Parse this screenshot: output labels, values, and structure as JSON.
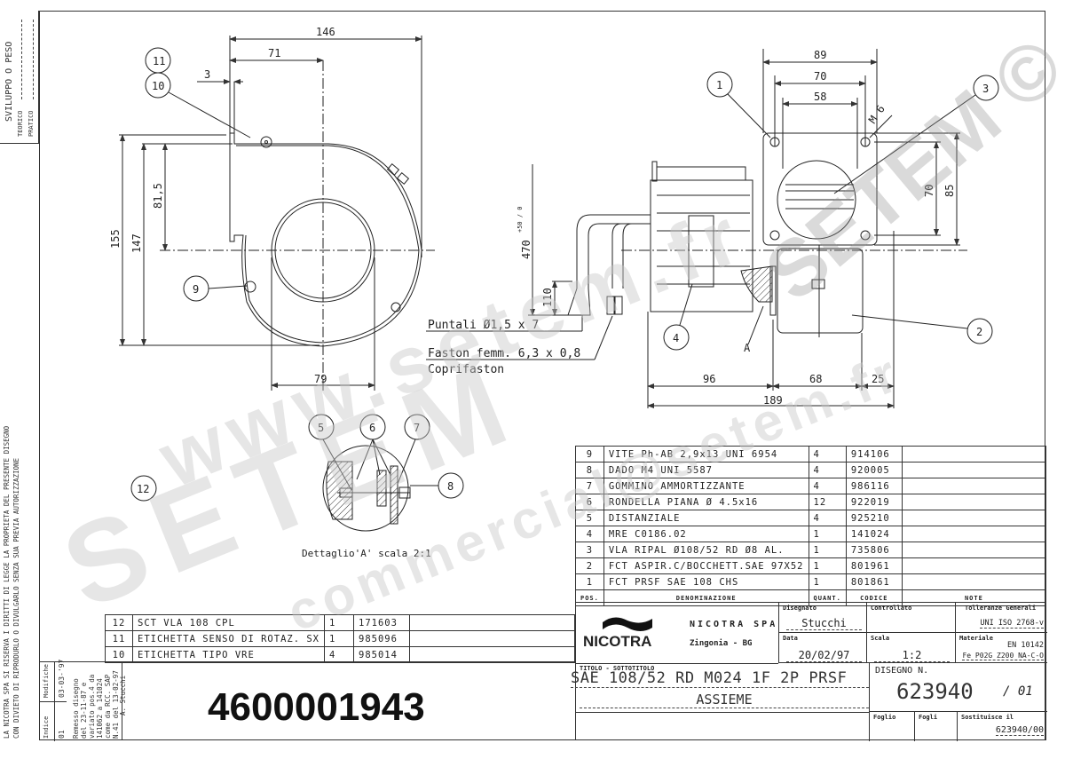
{
  "left_strip": {
    "top_block": {
      "title": "SVILUPPO O PESO",
      "teorico": "TEORICO",
      "pratico": "PRATICO"
    },
    "copyright_line1": "LA NICOTRA SPA SI RISERVA I DIRITTI DI LEGGE LA PROPRIETA DEL PRESENTE DISEGNO",
    "copyright_line2": "CON DIVIETO DI RIPRODURLO O DIVULGARLO SENZA SUA PREVIA AUTORIZZAZIONE"
  },
  "front_view": {
    "dims": {
      "d146": "146",
      "d71": "71",
      "d3": "3",
      "d155": "155",
      "d147": "147",
      "d81_5": "81,5",
      "d79": "79"
    },
    "balloons": [
      "11",
      "10",
      "9",
      "12"
    ]
  },
  "side_view": {
    "dims": {
      "d89": "89",
      "d70h": "70",
      "d58": "58",
      "m6": "M 6",
      "d70v": "70",
      "d85": "85",
      "d470": "470",
      "tol470": "+50 / 0",
      "d110": "110",
      "d96": "96",
      "d68": "68",
      "d25": "25",
      "d189": "189"
    },
    "balloons": [
      "1",
      "3",
      "4",
      "2"
    ],
    "detail_ref": "A",
    "notes": {
      "puntali": "Puntali Ø1,5 x 7",
      "faston": "Faston femm. 6,3 x 0,8",
      "coprifaston": "Coprifaston"
    }
  },
  "detail_a": {
    "balloons": [
      "5",
      "6",
      "7",
      "8"
    ],
    "caption": "Dettaglio'A' scala 2:1"
  },
  "bom_main": {
    "headers": {
      "pos": "POS.",
      "denominazione": "DENOMINAZIONE",
      "quant": "QUANT.",
      "codice": "CODICE",
      "note": "NOTE"
    },
    "rows": [
      {
        "pos": "9",
        "desc": "VITE Ph-AB 2,9x13 UNI 6954",
        "qty": "4",
        "code": "914106",
        "note": ""
      },
      {
        "pos": "8",
        "desc": "DADO M4 UNI 5587",
        "qty": "4",
        "code": "920005",
        "note": ""
      },
      {
        "pos": "7",
        "desc": "GOMMINO AMMORTIZZANTE",
        "qty": "4",
        "code": "986116",
        "note": ""
      },
      {
        "pos": "6",
        "desc": "RONDELLA PIANA Ø 4.5x16",
        "qty": "12",
        "code": "922019",
        "note": ""
      },
      {
        "pos": "5",
        "desc": "DISTANZIALE",
        "qty": "4",
        "code": "925210",
        "note": ""
      },
      {
        "pos": "4",
        "desc": "MRE C0186.02",
        "qty": "1",
        "code": "141024",
        "note": ""
      },
      {
        "pos": "3",
        "desc": "VLA RIPAL Ø108/52 RD Ø8 AL.",
        "qty": "1",
        "code": "735806",
        "note": ""
      },
      {
        "pos": "2",
        "desc": "FCT ASPIR.C/BOCCHETT.SAE 97X52",
        "qty": "1",
        "code": "801961",
        "note": ""
      },
      {
        "pos": "1",
        "desc": "FCT PRSF SAE 108 CHS",
        "qty": "1",
        "code": "801861",
        "note": ""
      }
    ]
  },
  "bom_extra": {
    "rows": [
      {
        "pos": "12",
        "desc": "SCT VLA 108 CPL",
        "qty": "1",
        "code": "171603"
      },
      {
        "pos": "11",
        "desc": "ETICHETTA SENSO DI ROTAZ. SX",
        "qty": "1",
        "code": "985096"
      },
      {
        "pos": "10",
        "desc": "ETICHETTA TIPO VRE",
        "qty": "4",
        "code": "985014"
      }
    ]
  },
  "revisions": {
    "indice_label": "Indice",
    "modifiche_label": "Modifiche",
    "index": "01",
    "date": "03-03-'97",
    "text_lines": [
      "Remesso disegno",
      "del 23-11-87 e",
      "variato pos.4 da",
      "141062 a 141024",
      "come da RCC. SAP",
      "N.41 del 13-02-97",
      "A. Stucchi"
    ]
  },
  "part_number": "4600001943",
  "title_block": {
    "company_logo": "NICOTRA",
    "company_name": "NICOTRA SPA",
    "company_city": "Zingonia - BG",
    "disegnato_label": "Disegnato",
    "disegnato": "Stucchi",
    "controllato_label": "Controllato",
    "controllato": "",
    "tolleranze_label": "Tolleranze Generali",
    "tolleranze": "UNI ISO 2768-v",
    "data_label": "Data",
    "data": "20/02/97",
    "scala_label": "Scala",
    "scala": "1:2",
    "materiale_label": "Materiale",
    "materiale_1": "EN 10142",
    "materiale_2": "Fe P02G Z200 NA-C-O",
    "titolo_label": "TITOLO - SOTTOTITOLO",
    "titolo": "SAE 108/52 RD M024 1F 2P PRSF",
    "sottotitolo": "ASSIEME",
    "disegno_label": "DISEGNO N.",
    "disegno_n": "623940",
    "revisione": "/ 01",
    "foglio_label": "Foglio",
    "fogli_label": "Fogli",
    "sostituisce_label": "Sostituisce il",
    "sostituisce": "623940/00"
  },
  "watermarks": [
    "www.setem.fr",
    "SETEM",
    "commercial@setem.fr",
    "SETEM ©"
  ]
}
